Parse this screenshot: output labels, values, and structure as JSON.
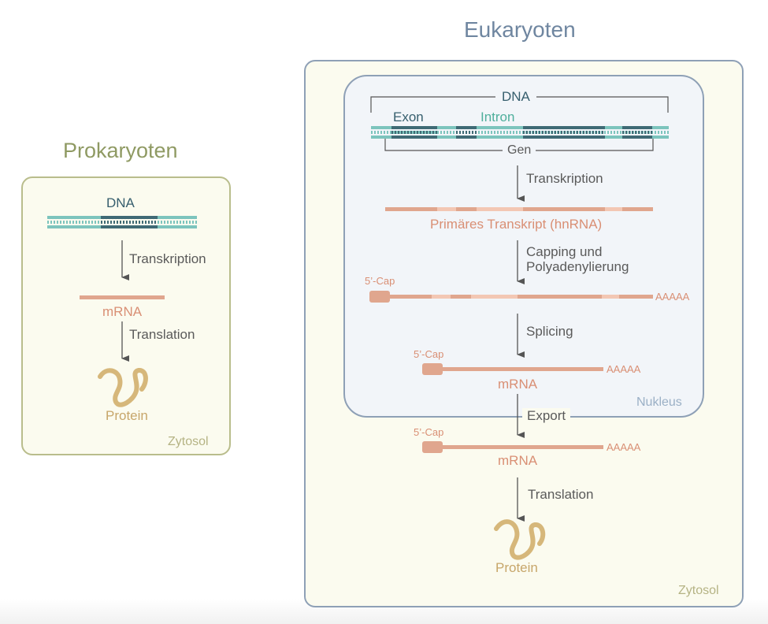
{
  "prokaryote": {
    "title": "Prokaryoten",
    "dna": "DNA",
    "transcription": "Transkription",
    "mrna": "mRNA",
    "translation": "Translation",
    "protein": "Protein",
    "compartment": "Zytosol"
  },
  "eukaryote": {
    "title": "Eukaryoten",
    "dna": "DNA",
    "exon": "Exon",
    "intron": "Intron",
    "gene": "Gen",
    "transcription": "Transkription",
    "primary_transcript": "Primäres Transkript (hnRNA)",
    "capping_line1": "Capping und",
    "capping_line2": "Polyadenylierung",
    "cap1": "5’-Cap",
    "polya1": "AAAAA",
    "splicing": "Splicing",
    "cap2": "5’-Cap",
    "polya2": "AAAAA",
    "mrna_nucleus": "mRNA",
    "nucleus": "Nukleus",
    "export": "Export",
    "cap3": "5’-Cap",
    "polya3": "AAAAA",
    "mrna_cytosol": "mRNA",
    "translation": "Translation",
    "protein": "Protein",
    "compartment": "Zytosol"
  },
  "colors": {
    "dna_dark": "#3f6a75",
    "dna_light": "#7cc4bd",
    "rna_dark": "#e0a68e",
    "rna_light": "#f3c7b4",
    "protein": "#d6b77a",
    "arrow": "#555555"
  }
}
